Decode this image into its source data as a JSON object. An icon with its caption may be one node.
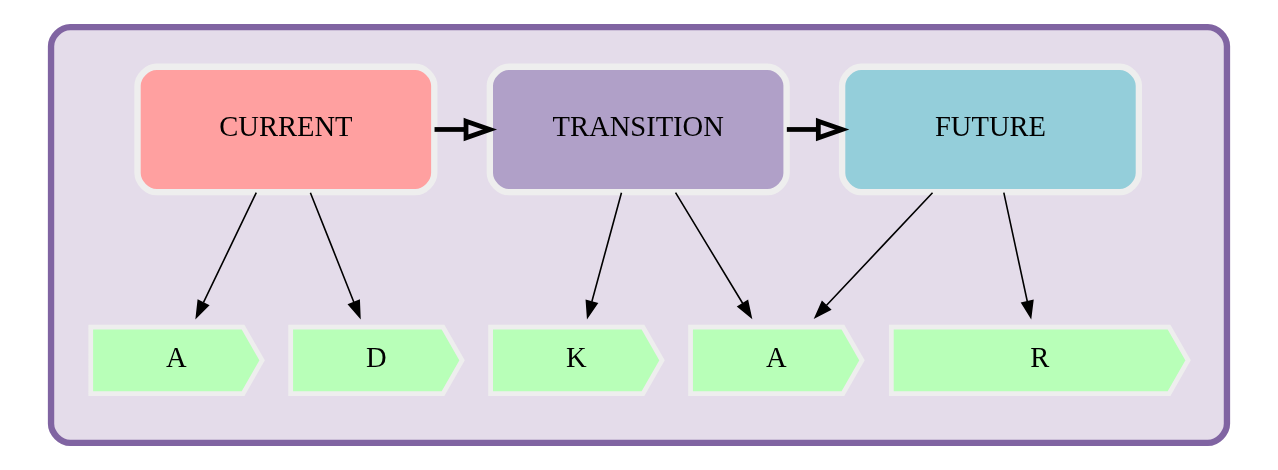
{
  "diagram": {
    "nodes": [
      {
        "text": [],
        "shape": "box"
      },
      {
        "text": [
          "CURRENT"
        ],
        "in": 0
      },
      {
        "text": [
          "TRANSITION"
        ],
        "in": 0
      },
      {
        "text": [
          "FUTURE"
        ],
        "in": 0
      },
      {
        "text": [
          "A"
        ],
        "in": 0
      },
      {
        "text": [
          "D"
        ],
        "in": 0
      },
      {
        "text": [
          "K"
        ],
        "in": 0
      },
      {
        "text": [
          "A"
        ],
        "in": 0
      },
      {
        "text": [
          "R"
        ],
        "in": 0
      }
    ],
    "edges": [
      {
        "from": 1,
        "to": 2,
        "arrow": "to",
        "style": "thick"
      },
      {
        "from": 2,
        "to": 3,
        "arrow": "to",
        "style": "thick"
      },
      {
        "from": 1,
        "to": 4,
        "arrow": "to"
      },
      {
        "from": 1,
        "to": 5,
        "arrow": "to"
      },
      {
        "from": 2,
        "to": 6,
        "arrow": "to"
      },
      {
        "from": 2,
        "to": 7,
        "arrow": "to"
      },
      {
        "from": 3,
        "to": 7,
        "arrow": "to"
      },
      {
        "from": 3,
        "to": 8,
        "arrow": "to"
      }
    ]
  }
}
